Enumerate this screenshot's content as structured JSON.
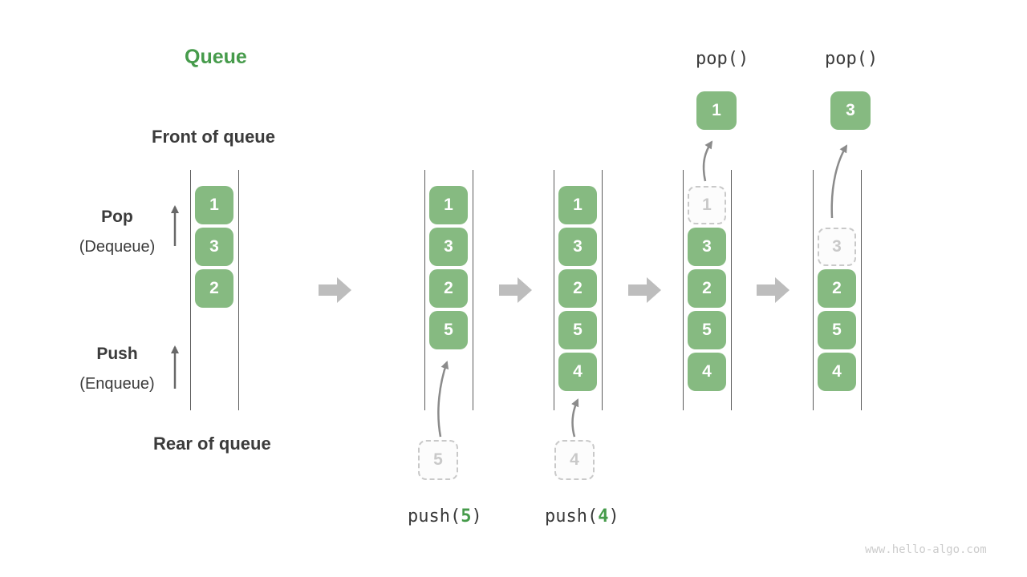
{
  "title": "Queue",
  "watermark": "www.hello-algo.com",
  "labels": {
    "front": "Front of queue",
    "rear": "Rear of queue",
    "pop": "Pop",
    "pop_sub": "(Dequeue)",
    "push": "Push",
    "push_sub": "(Enqueue)"
  },
  "colors": {
    "title_green": "#469b4b",
    "element_green": "#86ba81",
    "text_dark": "#3b3b3b",
    "queue_line_gray": "#5c5c5c",
    "dashed_gray": "#c9c9c9",
    "step_arrow_gray": "#bdbdbd",
    "curve_arrow_gray": "#8b8b8b"
  },
  "steps": {
    "s1": {
      "slots": [
        "1",
        "3",
        "2"
      ]
    },
    "s2": {
      "slots": [
        "1",
        "3",
        "2",
        "5"
      ],
      "incoming": "5",
      "op": {
        "fn": "push(",
        "arg": "5",
        "close": ")"
      }
    },
    "s3": {
      "slots": [
        "1",
        "3",
        "2",
        "5",
        "4"
      ],
      "incoming": "4",
      "op": {
        "fn": "push(",
        "arg": "4",
        "close": ")"
      }
    },
    "s4": {
      "ghost": "1",
      "slots": [
        "3",
        "2",
        "5",
        "4"
      ],
      "popped": "1",
      "op": "pop()"
    },
    "s5": {
      "ghost": "3",
      "slots": [
        "2",
        "5",
        "4"
      ],
      "popped": "3",
      "op": "pop()"
    }
  }
}
